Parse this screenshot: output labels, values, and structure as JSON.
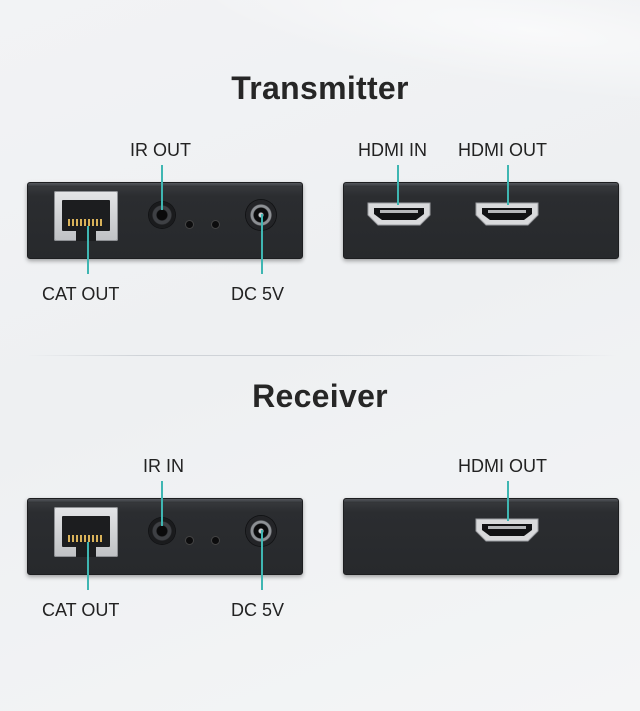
{
  "transmitter": {
    "title": "Transmitter",
    "labels": {
      "ir": "IR OUT",
      "cat": "CAT OUT",
      "dc": "DC 5V",
      "hdmi_in": "HDMI IN",
      "hdmi_out": "HDMI OUT"
    }
  },
  "receiver": {
    "title": "Receiver",
    "labels": {
      "ir": "IR IN",
      "cat": "CAT OUT",
      "dc": "DC 5V",
      "hdmi_out": "HDMI OUT"
    }
  },
  "colors": {
    "accent_line": "#3fb6b2",
    "device_body": "#2b2d30",
    "background": "#f0f1f3"
  }
}
